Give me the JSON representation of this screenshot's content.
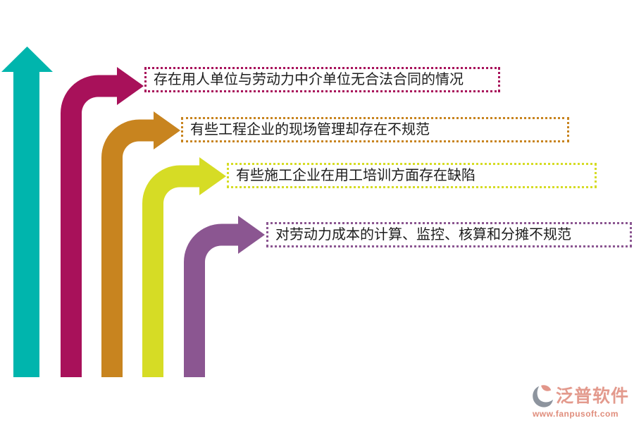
{
  "items": [
    {
      "text": "存在用人单位与劳动力中介单位无合法合同的情况",
      "color": "#a8115a"
    },
    {
      "text": "有些工程企业的现场管理却存在不规范",
      "color": "#c8841f"
    },
    {
      "text": "有些施工企业在用工培训方面存在缺陷",
      "color": "#d6dc25"
    },
    {
      "text": "对劳动力成本的计算、监控、核算和分摊不规范",
      "color": "#8b5691"
    }
  ],
  "axis_arrow": {
    "color": "#00b5ad"
  },
  "text_color": "#1c1c1c",
  "logo": {
    "title": "泛普软件",
    "url": "www.fanpusoft.com",
    "title_color": "#e39a8d",
    "url_color": "#e08d7c",
    "icon_gray": "#8d949e",
    "icon_accent": "#e2968a"
  }
}
